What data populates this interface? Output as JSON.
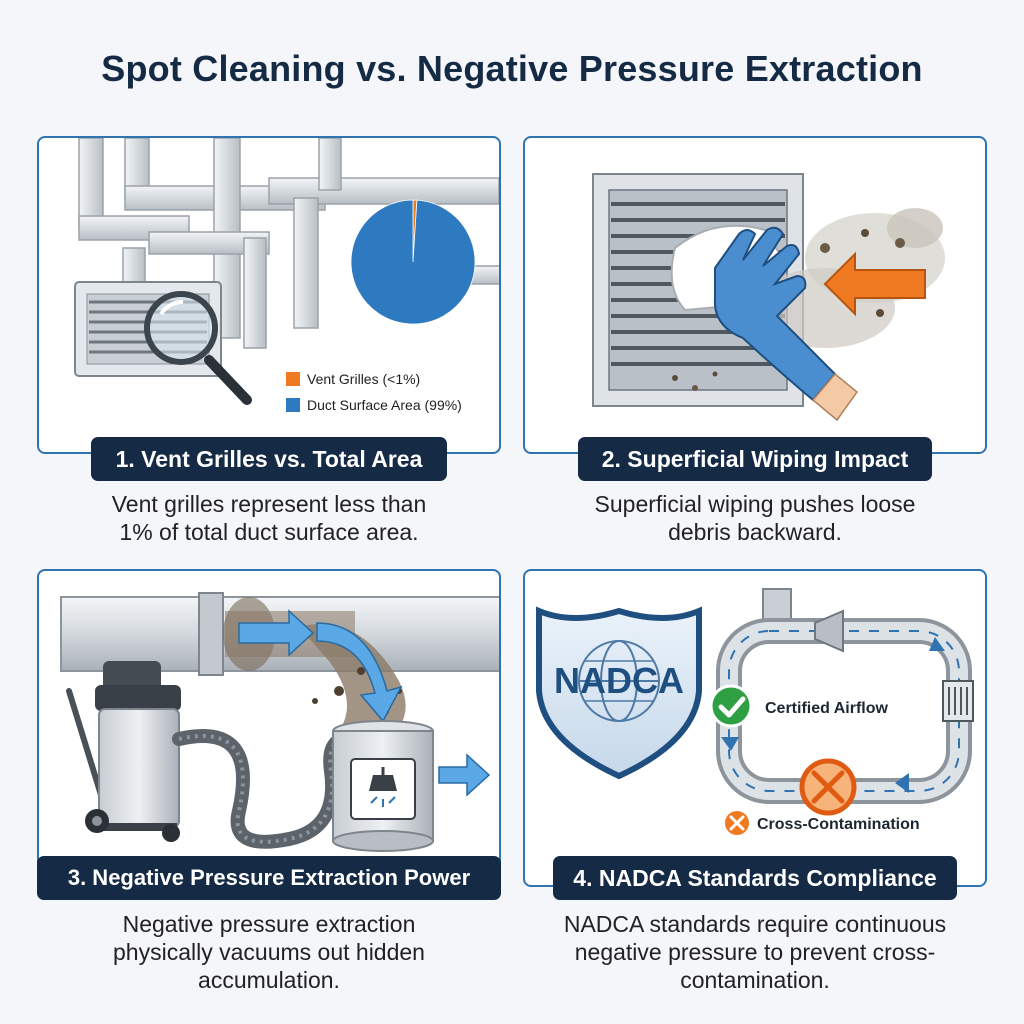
{
  "title": "Spot Cleaning vs. Negative Pressure Extraction",
  "panels": [
    {
      "label": "1. Vent Grilles vs. Total Area",
      "description": "Vent grilles represent less than 1% of total duct surface area.",
      "legend": [
        {
          "text": "Vent Grilles (<1%)",
          "color": "#f07a22"
        },
        {
          "text": "Duct Surface Area (99%)",
          "color": "#2e7ac0"
        }
      ]
    },
    {
      "label": "2. Superficial Wiping Impact",
      "description": "Superficial wiping pushes loose debris backward."
    },
    {
      "label": "3. Negative Pressure Extraction Power",
      "description": "Negative pressure extraction physically vacuums out hidden accumulation."
    },
    {
      "label": "4. NADCA Standards Compliance",
      "description": "NADCA standards require continuous negative pressure to prevent cross-contamination.",
      "logo_text": "NADCA",
      "certified": "Certified Airflow",
      "contamination": "Cross-Contamination"
    }
  ],
  "chart_data": {
    "type": "pie",
    "categories": [
      "Vent Grilles (<1%)",
      "Duct Surface Area (99%)"
    ],
    "values": [
      1,
      99
    ],
    "colors": [
      "#f07a22",
      "#2e7ac0"
    ],
    "title": "",
    "legend": "bottom-right"
  },
  "colors": {
    "navy": "#152a44",
    "accent_blue": "#2f74b1",
    "orange": "#f07a22",
    "green": "#2ea043"
  }
}
